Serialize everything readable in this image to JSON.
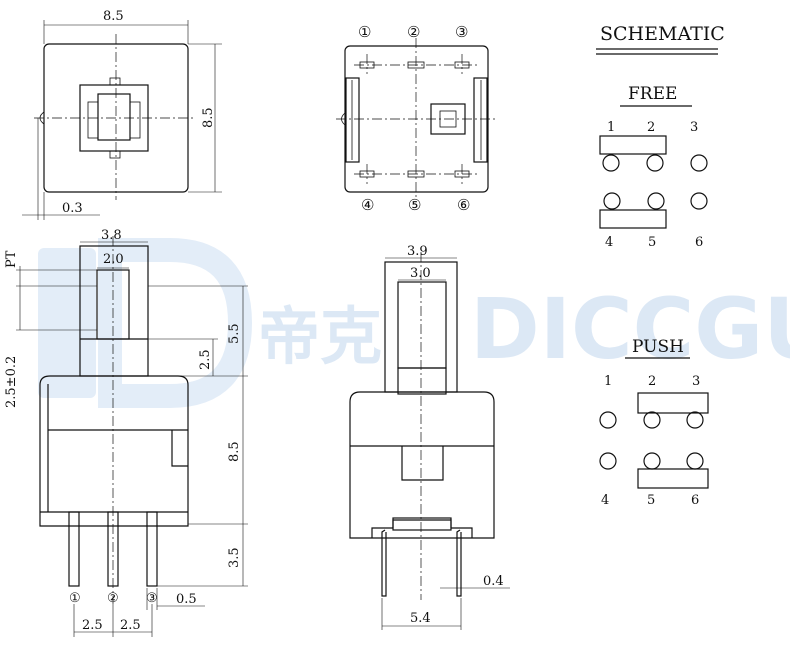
{
  "watermark": {
    "text": "DICCGU",
    "cn_text": "帝克",
    "color": "#dce8f5"
  },
  "top_view": {
    "width_label": "8.5",
    "height_label": "8.5",
    "offset_label": "0.3"
  },
  "bottom_view": {
    "pins_top": [
      "①",
      "②",
      "③"
    ],
    "pins_bottom": [
      "④",
      "⑤",
      "⑥"
    ]
  },
  "schematic": {
    "title": "SCHEMATIC",
    "free": {
      "label": "FREE",
      "top_pins": [
        "1",
        "2",
        "3"
      ],
      "bottom_pins": [
        "4",
        "5",
        "6"
      ]
    },
    "push": {
      "label": "PUSH",
      "top_pins": [
        "1",
        "2",
        "3"
      ],
      "bottom_pins": [
        "4",
        "5",
        "6"
      ]
    }
  },
  "front_view": {
    "button_width": "3.8",
    "inner_width": "2.0",
    "travel": "PT",
    "travel_height": "2.5±0.2",
    "button_height": "5.5",
    "inner_height": "2.5",
    "body_height": "8.5",
    "lead_length": "3.5",
    "lead_width": "0.5",
    "pitch_1": "2.5",
    "pitch_2": "2.5",
    "pins": [
      "①",
      "②",
      "③"
    ]
  },
  "side_view": {
    "outer_width": "3.9",
    "inner_width": "3.0",
    "lead_span": "5.4",
    "lead_thickness": "0.4"
  }
}
